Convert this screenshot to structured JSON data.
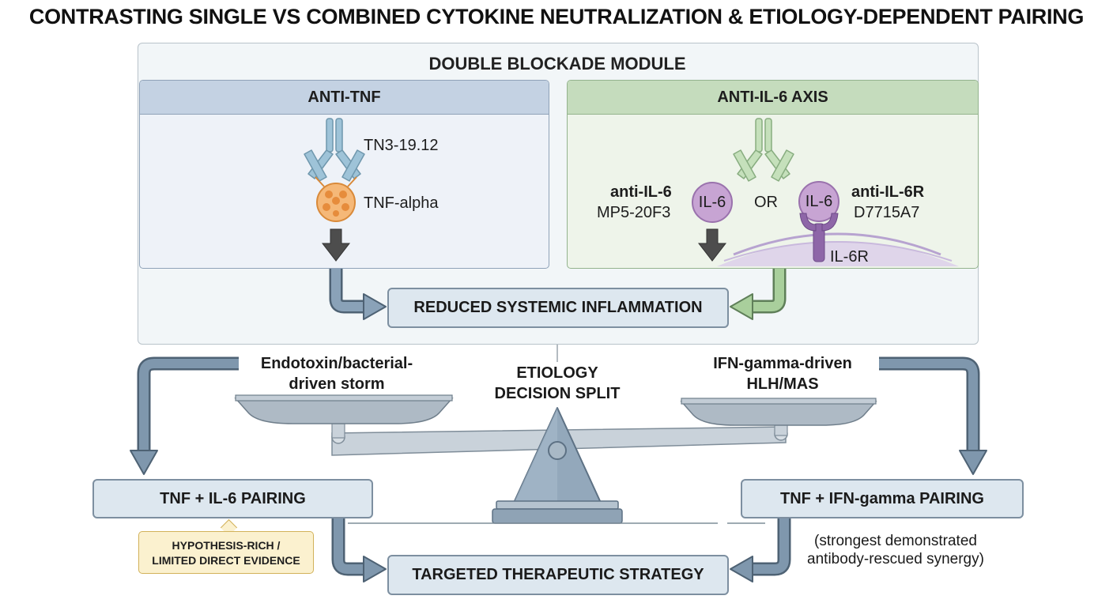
{
  "title": "CONTRASTING SINGLE VS COMBINED CYTOKINE NEUTRALIZATION & ETIOLOGY-DEPENDENT PAIRING",
  "module": {
    "title": "DOUBLE BLOCKADE MODULE",
    "anti_tnf": {
      "header": "ANTI-TNF",
      "antibody": "TN3-19.12",
      "cytokine": "TNF-alpha"
    },
    "anti_il6": {
      "header": "ANTI-IL-6 AXIS",
      "left_name": "anti-IL-6",
      "left_clone": "MP5-20F3",
      "il6_left": "IL-6",
      "or": "OR",
      "il6_right": "IL-6",
      "right_name": "anti-IL-6R",
      "right_clone": "D7715A7",
      "receptor": "IL-6R"
    },
    "outcome": "REDUCED SYSTEMIC INFLAMMATION"
  },
  "decision": {
    "center_line1": "ETIOLOGY",
    "center_line2": "DECISION SPLIT",
    "left_line1": "Endotoxin/bacterial-",
    "left_line2": "driven storm",
    "right_line1": "IFN-gamma-driven",
    "right_line2": "HLH/MAS"
  },
  "pairings": {
    "left": "TNF + IL-6 PAIRING",
    "right": "TNF + IFN-gamma PAIRING",
    "warning_line1": "HYPOTHESIS-RICH /",
    "warning_line2": "LIMITED DIRECT EVIDENCE",
    "note_line1": "(strongest demonstrated",
    "note_line2": "antibody-rescued synergy)"
  },
  "final": "TARGETED THERAPEUTIC STRATEGY",
  "colors": {
    "tnf_blue": "#9ec3d8",
    "il6_green": "#a9cf9c",
    "il6_purple": "#c39bcf",
    "tnf_orange": "#f2a95a",
    "arrow_slate": "#6a8197"
  }
}
